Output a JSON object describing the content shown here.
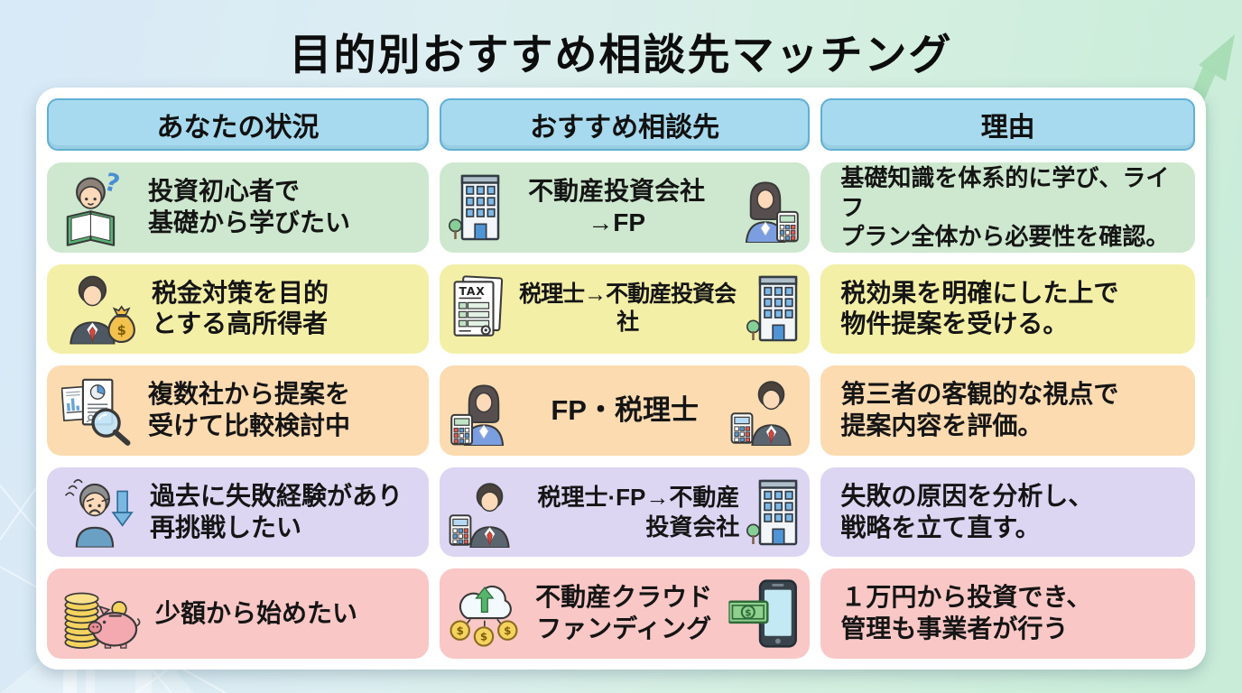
{
  "title": "目的別おすすめ相談先マッチング",
  "colors": {
    "background_gradient": [
      "#d8e9f8",
      "#c8ecd8"
    ],
    "card_bg": "#ffffff",
    "header_bg": "#a7daee",
    "header_border": "#5fb0d4",
    "row_colors": [
      "#cde8ce",
      "#f4efa6",
      "#fcdbb1",
      "#ddd6f3",
      "#f9c7c5"
    ],
    "text": "#151515"
  },
  "table": {
    "headers": [
      "あなたの状況",
      "おすすめ相談先",
      "理由"
    ],
    "rows": [
      {
        "situation": "投資初心者で\n基礎から学びたい",
        "situation_icon": "reading-beginner-icon",
        "recommendation": "不動産投資会社→FP",
        "recommendation_icon_left": "office-building-icon",
        "recommendation_icon_right": "fp-woman-calculator-icon",
        "reason": "基礎知識を体系的に学び、ライフ\nプラン全体から必要性を確認。"
      },
      {
        "situation": "税金対策を目的\nとする高所得者",
        "situation_icon": "businessman-money-bag-icon",
        "recommendation": "税理士→不動産投資会社",
        "recommendation_icon_left": "tax-document-icon",
        "recommendation_icon_right": "office-building-icon",
        "reason": "税効果を明確にした上で\n物件提案を受ける。"
      },
      {
        "situation": "複数社から提案を\n受けて比較検討中",
        "situation_icon": "documents-magnifier-icon",
        "recommendation": "FP・税理士",
        "recommendation_icon_left": "fp-woman-calculator-icon",
        "recommendation_icon_right": "tax-accountant-man-icon",
        "reason": "第三者の客観的な視点で\n提案内容を評価。"
      },
      {
        "situation": "過去に失敗経験があり\n再挑戦したい",
        "situation_icon": "sad-person-down-arrow-icon",
        "recommendation": "税理士·FP→不動産\n投資会社",
        "recommendation_icon_left": "tax-accountant-man-icon",
        "recommendation_icon_right": "office-building-icon",
        "reason": "失敗の原因を分析し、\n戦略を立て直す。"
      },
      {
        "situation": "少額から始めたい",
        "situation_icon": "piggy-bank-coins-icon",
        "recommendation": "不動産クラウド\nファンディング",
        "recommendation_icon_left": "cloud-funding-coins-icon",
        "recommendation_icon_right": "smartphone-money-icon",
        "reason": "１万円から投資でき、\n管理も事業者が行う"
      }
    ]
  }
}
